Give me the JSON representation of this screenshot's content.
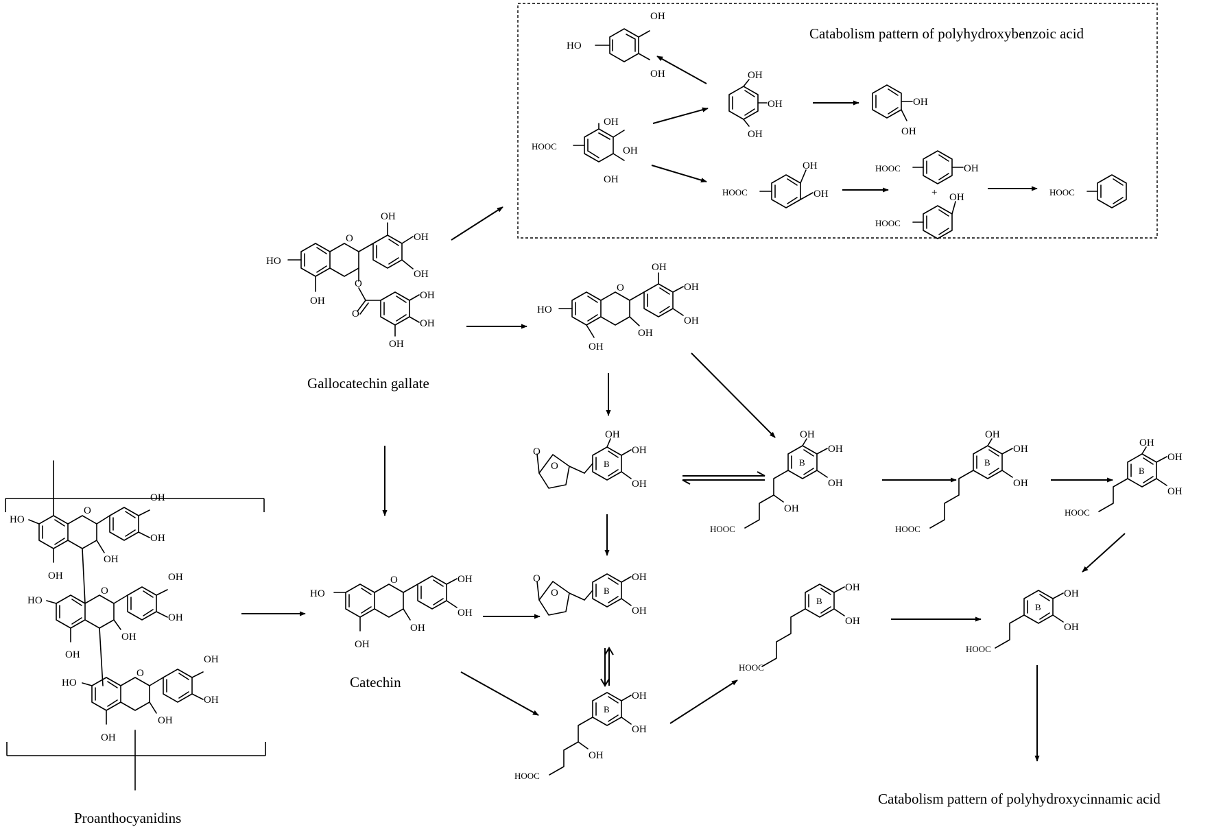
{
  "labels": {
    "hydroxybenzoic_box": "Catabolism pattern of polyhydroxybenzoic acid",
    "gallocatechin_gallate": "Gallocatechin gallate",
    "catechin": "Catechin",
    "proanthocyanidins": "Proanthocyanidins",
    "hydroxycinnamic": "Catabolism pattern of polyhydroxycinnamic acid"
  },
  "atoms": {
    "oh": "OH",
    "ho": "HO",
    "o": "O",
    "hooc": "HOOC",
    "ring_b": "B",
    "plus": "+"
  }
}
